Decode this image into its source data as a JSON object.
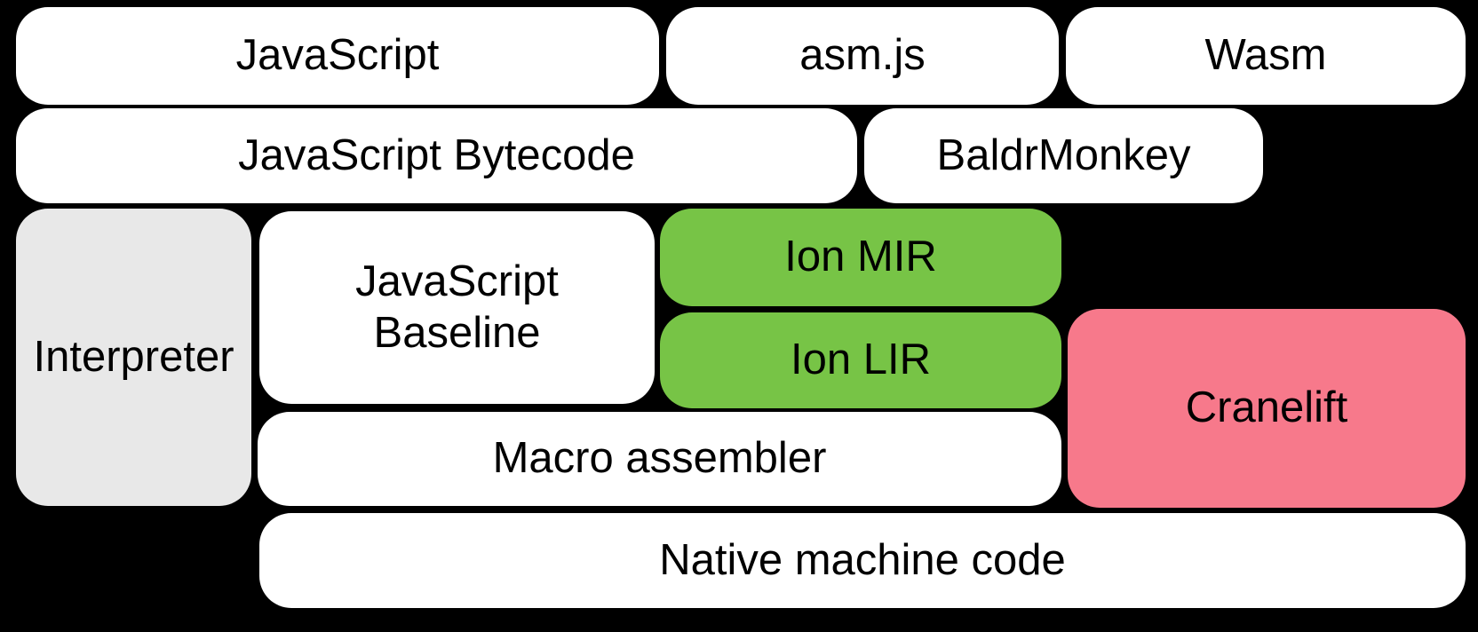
{
  "diagram": {
    "colors": {
      "background": "#000000",
      "box_white": "#ffffff",
      "box_gray": "#e8e8e8",
      "box_green": "#77c446",
      "box_pink": "#f7798b",
      "text": "#000000"
    },
    "nodes": {
      "javascript": {
        "label": "JavaScript"
      },
      "asmjs": {
        "label": "asm.js"
      },
      "wasm": {
        "label": "Wasm"
      },
      "bytecode": {
        "label": "JavaScript Bytecode"
      },
      "baldrmonkey": {
        "label": "BaldrMonkey"
      },
      "interpreter": {
        "label": "Interpreter"
      },
      "baseline": {
        "label": "JavaScript Baseline"
      },
      "ion_mir": {
        "label": "Ion MIR"
      },
      "ion_lir": {
        "label": "Ion LIR"
      },
      "cranelift": {
        "label": "Cranelift"
      },
      "macro_assembler": {
        "label": "Macro assembler"
      },
      "native": {
        "label": "Native machine code"
      }
    }
  }
}
